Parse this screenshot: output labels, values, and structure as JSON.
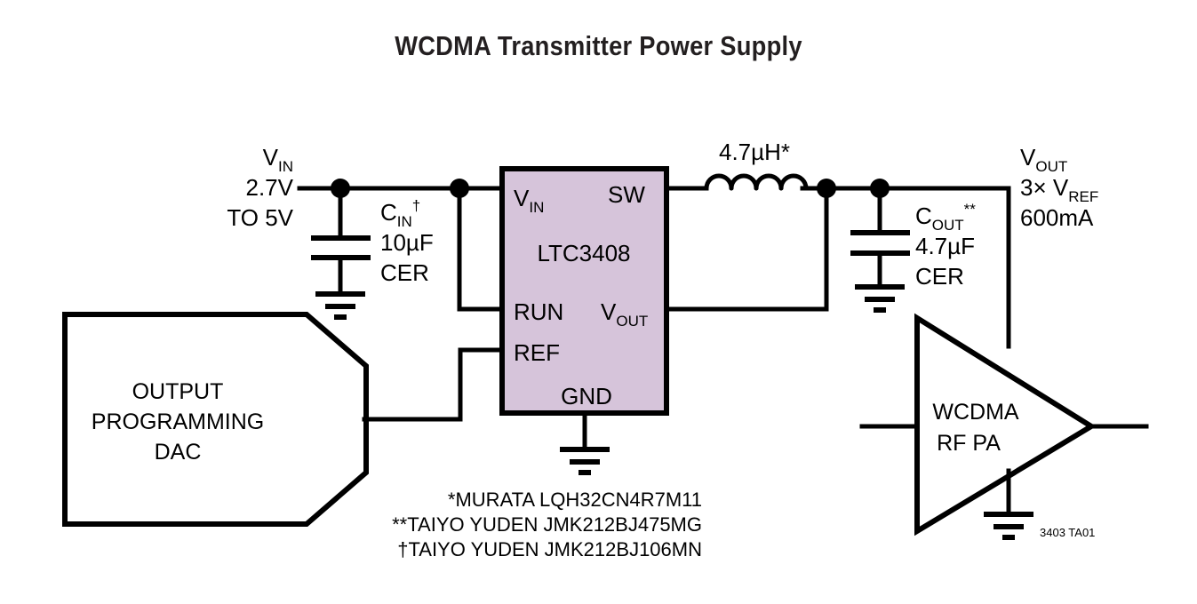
{
  "title": "WCDMA Transmitter Power Supply",
  "colors": {
    "ic_fill": "#d6c4da",
    "line": "#000000",
    "title_color": "#231f20",
    "background": "#ffffff"
  },
  "input": {
    "name_main": "V",
    "name_sub": "IN",
    "line2": "2.7V",
    "line3": "TO 5V"
  },
  "cap_in": {
    "name_main": "C",
    "name_sub": "IN",
    "name_sup": "†",
    "value": "10µF",
    "type": "CER"
  },
  "ic": {
    "part": "LTC3408",
    "pin_vin_main": "V",
    "pin_vin_sub": "IN",
    "pin_run": "RUN",
    "pin_ref": "REF",
    "pin_sw": "SW",
    "pin_vout_main": "V",
    "pin_vout_sub": "OUT",
    "pin_gnd": "GND"
  },
  "inductor": {
    "value": "4.7µH",
    "note": "*"
  },
  "cap_out": {
    "name_main": "C",
    "name_sub": "OUT",
    "name_sup": "**",
    "value": "4.7µF",
    "type": "CER"
  },
  "output": {
    "name_main": "V",
    "name_sub": "OUT",
    "line2_pre": "3× V",
    "line2_sub": "REF",
    "line3": "600mA"
  },
  "dac": {
    "line1": "OUTPUT",
    "line2": "PROGRAMMING",
    "line3": "DAC"
  },
  "pa": {
    "line1": "WCDMA",
    "line2": "RF PA"
  },
  "footnotes": [
    "*MURATA LQH32CN4R7M11",
    "**TAIYO YUDEN JMK212BJ475MG",
    "†TAIYO YUDEN JMK212BJ106MN"
  ],
  "doc_code": "3403 TA01"
}
